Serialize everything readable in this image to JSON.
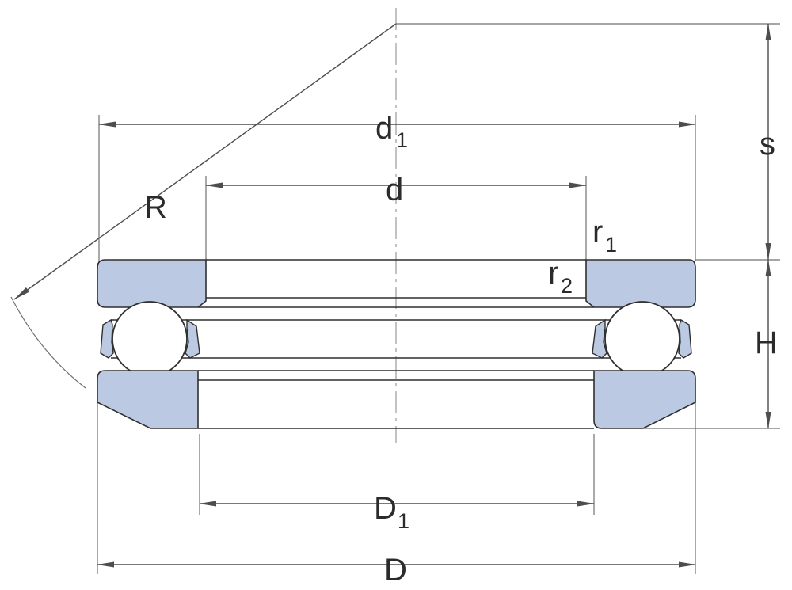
{
  "labels": {
    "R": "R",
    "d1_main": "d",
    "d1_sub": "1",
    "d": "d",
    "r1_main": "r",
    "r1_sub": "1",
    "r2_main": "r",
    "r2_sub": "2",
    "s": "s",
    "H": "H",
    "D1_main": "D",
    "D1_sub": "1",
    "D": "D"
  },
  "colors": {
    "washer_fill": "#bcc9e3",
    "outline": "#2f2f2f",
    "dimension": "#4d4d4d"
  }
}
